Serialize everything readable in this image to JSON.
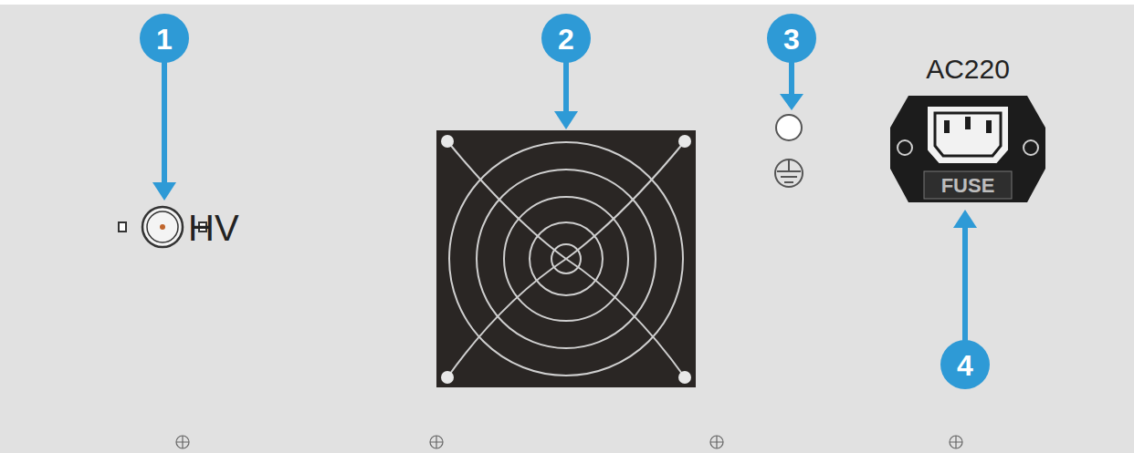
{
  "diagram": {
    "labels": [
      "1",
      "2",
      "3",
      "4",
      "HV",
      "AC220",
      "FUSE"
    ]
  }
}
